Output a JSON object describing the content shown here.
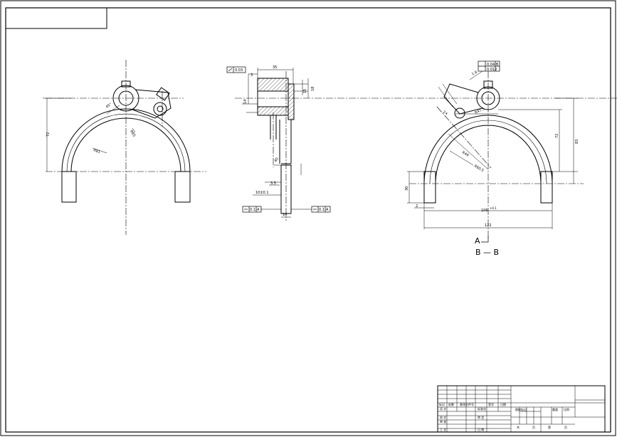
{
  "left_view": {
    "dim_height": "72",
    "dim_angle": "45°",
    "radius_outer": "R81",
    "radius_mid": "R65"
  },
  "section_view": {
    "gdt_top": "0.03",
    "dim_width": "35",
    "dim_offset": "3",
    "dim_bore": "15",
    "dim_side": "18",
    "dim_shaft": "14",
    "dim_stem": "40",
    "dim_step": "3.5",
    "dim_thickness": "10±0.1",
    "dim_bottom": "10",
    "gdt_left_tol": "0.1",
    "gdt_left_datum": "A",
    "gdt_right_tol": "0.1",
    "gdt_right_datum": "A"
  },
  "right_view": {
    "gdt_tol_1": "0.04",
    "gdt_tol_2": "0.012",
    "gdt_datum": "B",
    "dim_chamfer": "1.6",
    "dim_hole": "2×",
    "dim_height_inner": "72",
    "dim_height_outer": "83",
    "dim_leg": "30",
    "dim_gap": "2",
    "dim_span": "106",
    "dim_span_tol": "+0.1",
    "dim_total": "122",
    "radius_1": "R49",
    "radius_2": "R60.5",
    "radius_3": "R47.5",
    "label_a": "A",
    "label_section": "B — B"
  },
  "title_block": {
    "rev_headers": [
      "标记",
      "处数",
      "更改文件号",
      "签字",
      "日期"
    ],
    "roles": [
      "设 计",
      "校 对",
      "审 核",
      "工 艺"
    ],
    "std": "标准化",
    "approve": "审 定",
    "date": "日 期",
    "stage": "图样标记",
    "weight": "重量",
    "scale": "比例",
    "sheet_total": "共",
    "sheet_unit": "页",
    "sheet_no": "第",
    "sheet_unit2": "页"
  }
}
